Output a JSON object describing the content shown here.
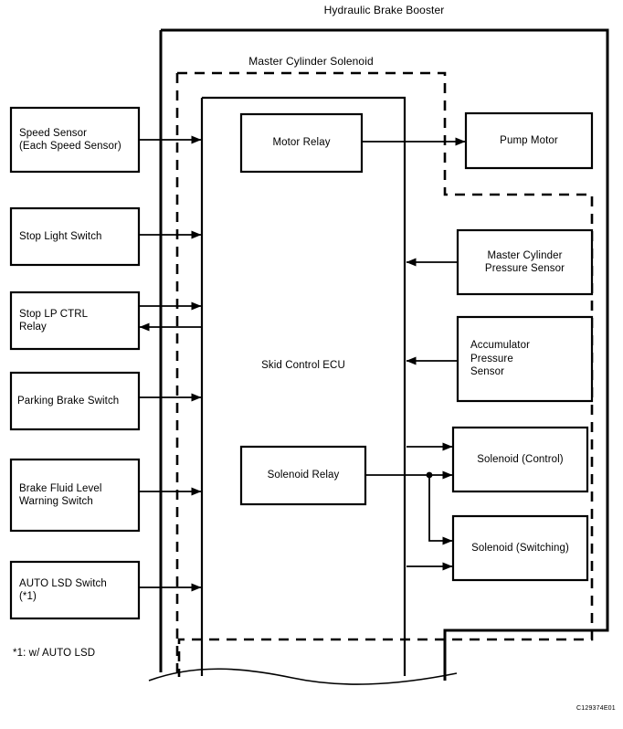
{
  "diagram": {
    "title": "Hydraulic Brake Booster",
    "subtitle": "Master Cylinder Solenoid",
    "ecu_label": "Skid Control ECU",
    "footnote": "*1: w/ AUTO LSD",
    "reference_code": "C129374E01",
    "line_color": "#000000",
    "background_color": "#ffffff"
  },
  "inputs": [
    {
      "id": "speed-sensor",
      "label": "Speed Sensor\n(Each Speed Sensor)"
    },
    {
      "id": "stop-light-switch",
      "label": "Stop Light Switch"
    },
    {
      "id": "stop-lp-ctrl-relay",
      "label": "Stop LP CTRL\nRelay"
    },
    {
      "id": "parking-brake-switch",
      "label": "Parking Brake Switch"
    },
    {
      "id": "brake-fluid-level-warning-switch",
      "label": "Brake Fluid Level\nWarning Switch"
    },
    {
      "id": "auto-lsd-switch",
      "label": "AUTO LSD Switch\n(*1)"
    }
  ],
  "internal_blocks": [
    {
      "id": "motor-relay",
      "label": "Motor Relay"
    },
    {
      "id": "solenoid-relay",
      "label": "Solenoid Relay"
    }
  ],
  "outputs": [
    {
      "id": "pump-motor",
      "label": "Pump Motor"
    },
    {
      "id": "master-cylinder-pressure-sensor",
      "label": "Master Cylinder\nPressure Sensor"
    },
    {
      "id": "accumulator-pressure-sensor",
      "label": "Accumulator\nPressure\nSensor"
    },
    {
      "id": "solenoid-control",
      "label": "Solenoid (Control)"
    },
    {
      "id": "solenoid-switching",
      "label": "Solenoid (Switching)"
    }
  ]
}
